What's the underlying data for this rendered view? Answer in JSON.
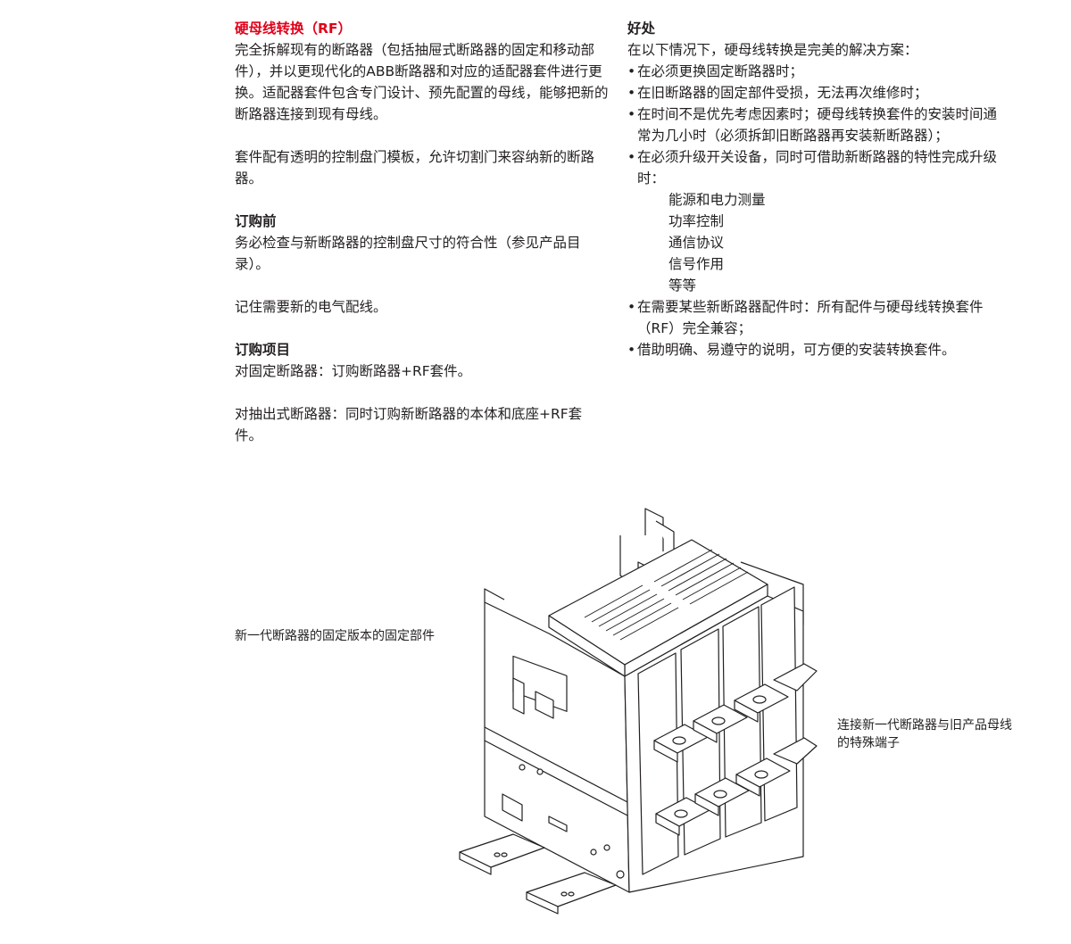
{
  "left": {
    "title": "硬母线转换（RF）",
    "intro": "完全拆解现有的断路器（包括抽屉式断路器的固定和移动部件），并以更现代化的ABB断路器和对应的适配器套件进行更换。适配器套件包含专门设计、预先配置的母线，能够把新的断路器连接到现有母线。",
    "template_note": "套件配有透明的控制盘门模板，允许切割门来容纳新的断路器。",
    "before_title": "订购前",
    "before_text": "务必检查与新断路器的控制盘尺寸的符合性（参见产品目录）。",
    "wiring_note": "记住需要新的电气配线。",
    "order_title": "订购项目",
    "order_fixed": "对固定断路器：订购断路器+RF套件。",
    "order_withdrawable": "对抽出式断路器：同时订购新断路器的本体和底座+RF套件。"
  },
  "right": {
    "title": "好处",
    "intro": "在以下情况下，硬母线转换是完美的解决方案：",
    "bullets": [
      "在必须更换固定断路器时；",
      "在旧断路器的固定部件受损，无法再次维修时；",
      "在时间不是优先考虑因素时；硬母线转换套件的安装时间通常为几小时（必须拆卸旧断路器再安装新断路器）；",
      "在必须升级开关设备，同时可借助新断路器的特性完成升级时："
    ],
    "sub_items": [
      "能源和电力测量",
      "功率控制",
      "通信协议",
      "信号作用",
      "等等"
    ],
    "bullets_after": [
      "在需要某些新断路器配件时：所有配件与硬母线转换套件（RF）完全兼容；",
      "借助明确、易遵守的说明，可方便的安装转换套件。"
    ]
  },
  "figure": {
    "caption_left": "新一代断路器的固定版本的固定部件",
    "caption_right": "连接新一代断路器与旧产品母线的特殊端子"
  }
}
